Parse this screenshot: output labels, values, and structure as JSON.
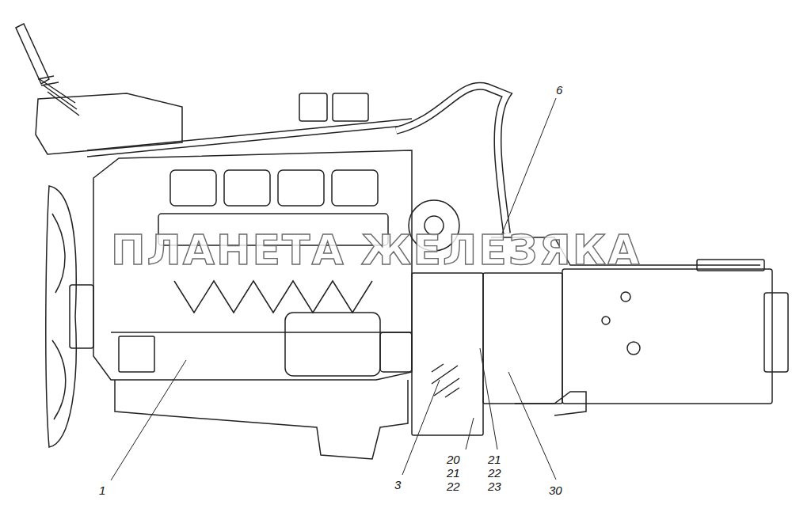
{
  "diagram": {
    "labels": [
      "6",
      "1",
      "3",
      "20",
      "21",
      "22",
      "21",
      "22",
      "23",
      "30",
      "ПЛАНЕТА ЖЕЛЕЗЯКА"
    ]
  }
}
